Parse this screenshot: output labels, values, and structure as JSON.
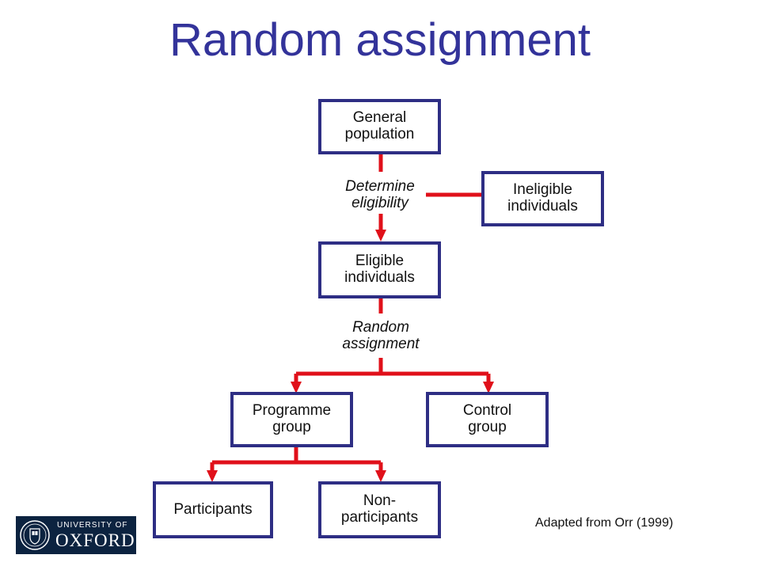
{
  "slide": {
    "title": "Random assignment",
    "credit": "Adapted from Orr (1999)"
  },
  "diagram": {
    "nodes": {
      "general_population": "General\npopulation",
      "ineligible": "Ineligible\nindividuals",
      "eligible": "Eligible\nindividuals",
      "programme_group": "Programme\ngroup",
      "control_group": "Control\ngroup",
      "participants": "Participants",
      "non_participants": "Non-\nparticipants"
    },
    "steps": {
      "determine_eligibility": "Determine\neligibility",
      "random_assignment": "Random\nassignment"
    }
  },
  "logo": {
    "university_of": "UNIVERSITY OF",
    "oxford": "OXFORD"
  },
  "colors": {
    "title": "#33339a",
    "box_border": "#2e2e84",
    "connector": "#e0101a",
    "logo_background": "#0c2340"
  }
}
